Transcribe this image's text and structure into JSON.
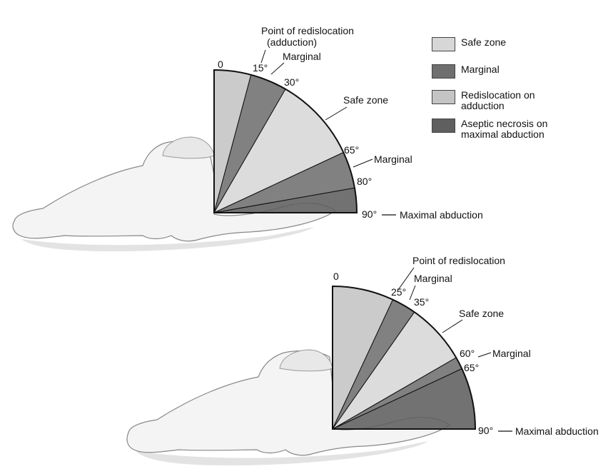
{
  "colors": {
    "safe": "#d7d7d7",
    "marginal": "#6f6f6f",
    "redislocation": "#c4c4c4",
    "necrosis": "#5f5f5f",
    "outline": "#111111",
    "figure_fill": "#f4f4f4",
    "figure_shade": "#d9d9d9"
  },
  "legend": [
    {
      "label": "Safe zone",
      "color_key": "safe"
    },
    {
      "label": "Marginal",
      "color_key": "marginal"
    },
    {
      "label": "Redislocation on adduction",
      "color_key": "redislocation"
    },
    {
      "label": "Aseptic necrosis on maximal abduction",
      "color_key": "necrosis"
    }
  ],
  "top": {
    "angle_labels": {
      "a0": "0",
      "a15": "15°",
      "a30": "30°",
      "a65": "65°",
      "a80": "80°",
      "a90": "90°"
    },
    "callouts": {
      "redislocation": "Point of redislocation\n(adduction)",
      "marginal_upper": "Marginal",
      "safe_zone": "Safe zone",
      "marginal_lower": "Marginal",
      "max_abduction": "Maximal abduction"
    }
  },
  "bottom": {
    "angle_labels": {
      "a0": "0",
      "a25": "25°",
      "a35": "35°",
      "a60": "60°",
      "a65": "65°",
      "a90": "90°"
    },
    "callouts": {
      "redislocation": "Point of redislocation",
      "marginal_upper": "Marginal",
      "safe_zone": "Safe zone",
      "marginal_lower": "Marginal",
      "max_abduction": "Maximal abduction"
    }
  }
}
